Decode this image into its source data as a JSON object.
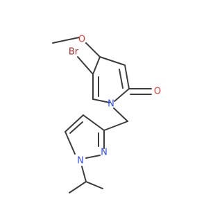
{
  "colors": {
    "carbon_bond": "#3c3c3c",
    "oxygen": "#e8372c",
    "nitrogen": "#3050f8",
    "bromine": "#a52a2a"
  },
  "atoms": {
    "br": {
      "text": "Br",
      "color": "#a52a2a"
    },
    "o_methoxy": {
      "text": "O",
      "color": "#e8372c"
    },
    "o_carbonyl": {
      "text": "O",
      "color": "#e8372c"
    },
    "n_pyridinone": {
      "text": "N",
      "color": "#3050f8"
    },
    "n_pyrazole_1": {
      "text": "N",
      "color": "#3050f8"
    },
    "n_pyrazole_2": {
      "text": "N",
      "color": "#3050f8"
    }
  }
}
